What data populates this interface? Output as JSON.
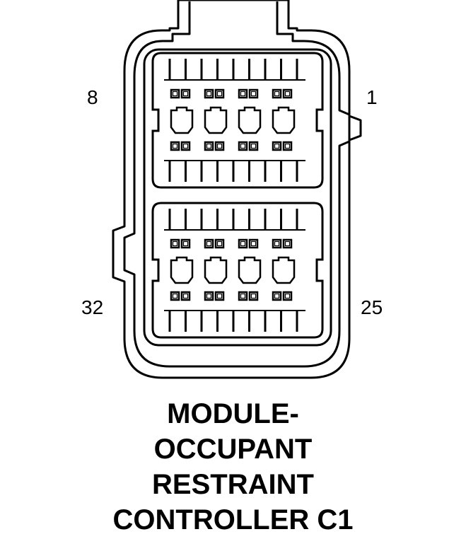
{
  "connector": {
    "pin_labels": {
      "top_left": "8",
      "top_right": "1",
      "bottom_left": "32",
      "bottom_right": "25"
    },
    "title_lines": [
      "MODULE-",
      "OCCUPANT",
      "RESTRAINT",
      "CONTROLLER C1"
    ]
  },
  "colors": {
    "line": "#000000",
    "background": "#ffffff"
  }
}
